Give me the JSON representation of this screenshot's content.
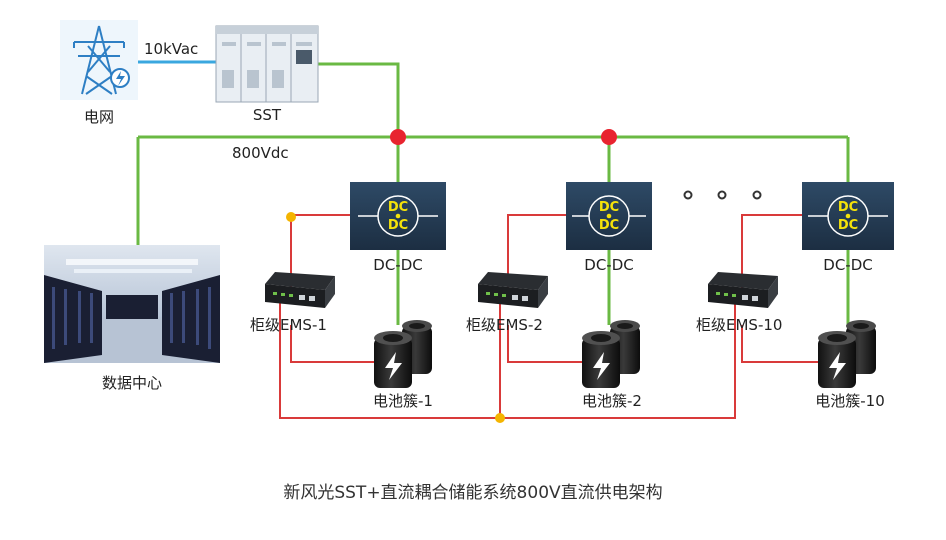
{
  "labels": {
    "grid": "电网",
    "voltage_ac": "10kVac",
    "sst": "SST",
    "voltage_dc": "800Vdc",
    "datacenter": "数据中心",
    "dcdc_1": "DC-DC",
    "dcdc_2": "DC-DC",
    "dcdc_3": "DC-DC",
    "ems_1": "柜级EMS-1",
    "ems_2": "柜级EMS-2",
    "ems_3": "柜级EMS-10",
    "battery_1": "电池簇-1",
    "battery_2": "电池簇-2",
    "battery_3": "电池簇-10"
  },
  "dcdc_icon_text": "DC",
  "caption": "新风光SST+直流耦合储能系统800V直流供电架构",
  "colors": {
    "dc_bus": "#6ab943",
    "ac_line": "#3aa7df",
    "comm_line": "#d93a3a",
    "junction_red": "#e8242f",
    "junction_yellow": "#f4b400",
    "dcdc_box": "#243a52",
    "dcdc_text": "#f5e20a"
  }
}
